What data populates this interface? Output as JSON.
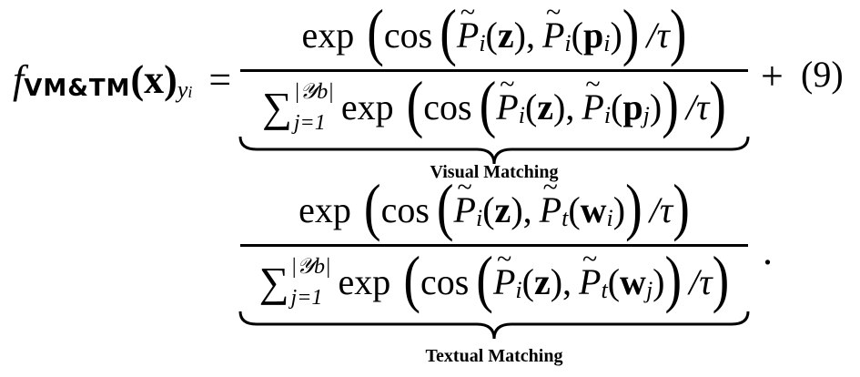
{
  "equation": {
    "lhs_f": "f",
    "lhs_sub": "VM&TM",
    "lhs_arg": "(x)",
    "lhs_subscript": "y",
    "lhs_subscript_i": "i",
    "equals": "=",
    "number": "(9)",
    "plus": "+",
    "period": "."
  },
  "terms": [
    {
      "label": "Visual Matching",
      "second_sub": "i",
      "num_vec": "p",
      "num_idx": "i",
      "den_idx": "j"
    },
    {
      "label": "Textual Matching",
      "second_sub": "t",
      "num_vec": "w",
      "num_idx": "i",
      "den_idx": "j"
    }
  ],
  "sum": {
    "upper": "|𝒴b|",
    "lower": "j=1"
  },
  "tokens": {
    "exp": "exp",
    "cos": "cos",
    "tau": "/τ",
    "P": "P",
    "z": "z"
  }
}
